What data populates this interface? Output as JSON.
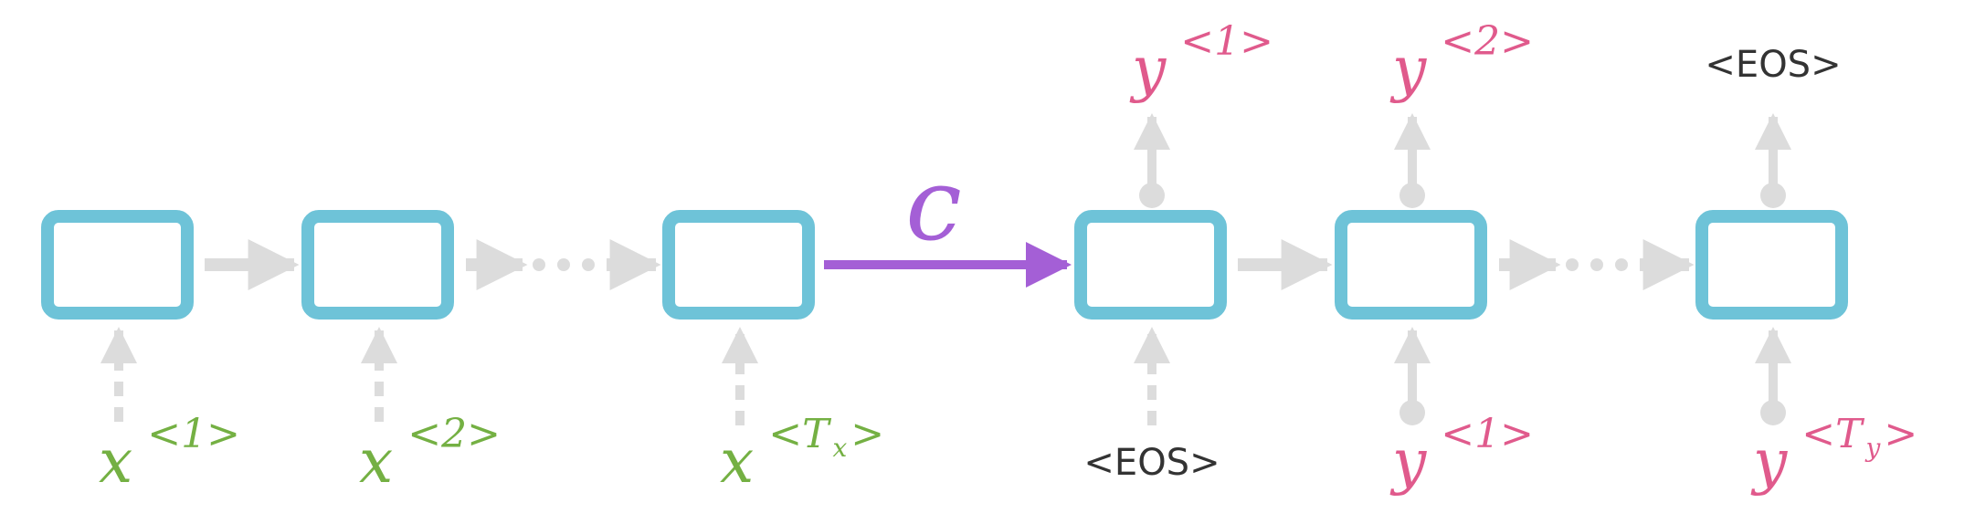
{
  "colors": {
    "cell": "#6ec3d8",
    "arrow": "#dcdcdc",
    "context": "#a45fd6",
    "input": "#74b043",
    "output": "#e05a8c",
    "token": "#333333"
  },
  "encoder": {
    "inputs": [
      {
        "base": "x",
        "sup": "<1>",
        "sub": ""
      },
      {
        "base": "x",
        "sup": "<2>",
        "sub": ""
      },
      {
        "base": "x",
        "sup": "<T",
        "sub": "x",
        "close": ">"
      }
    ]
  },
  "context": {
    "label": "c"
  },
  "decoder": {
    "inputs": [
      {
        "token": "<EOS>"
      },
      {
        "base": "y",
        "sup": "<1>",
        "sub": ""
      },
      {
        "base": "y",
        "sup": "<T",
        "sub": "y",
        "close": ">"
      }
    ],
    "outputs": [
      {
        "base": "y",
        "sup": "<1>",
        "sub": ""
      },
      {
        "base": "y",
        "sup": "<2>",
        "sub": ""
      },
      {
        "token": "<EOS>"
      }
    ]
  }
}
